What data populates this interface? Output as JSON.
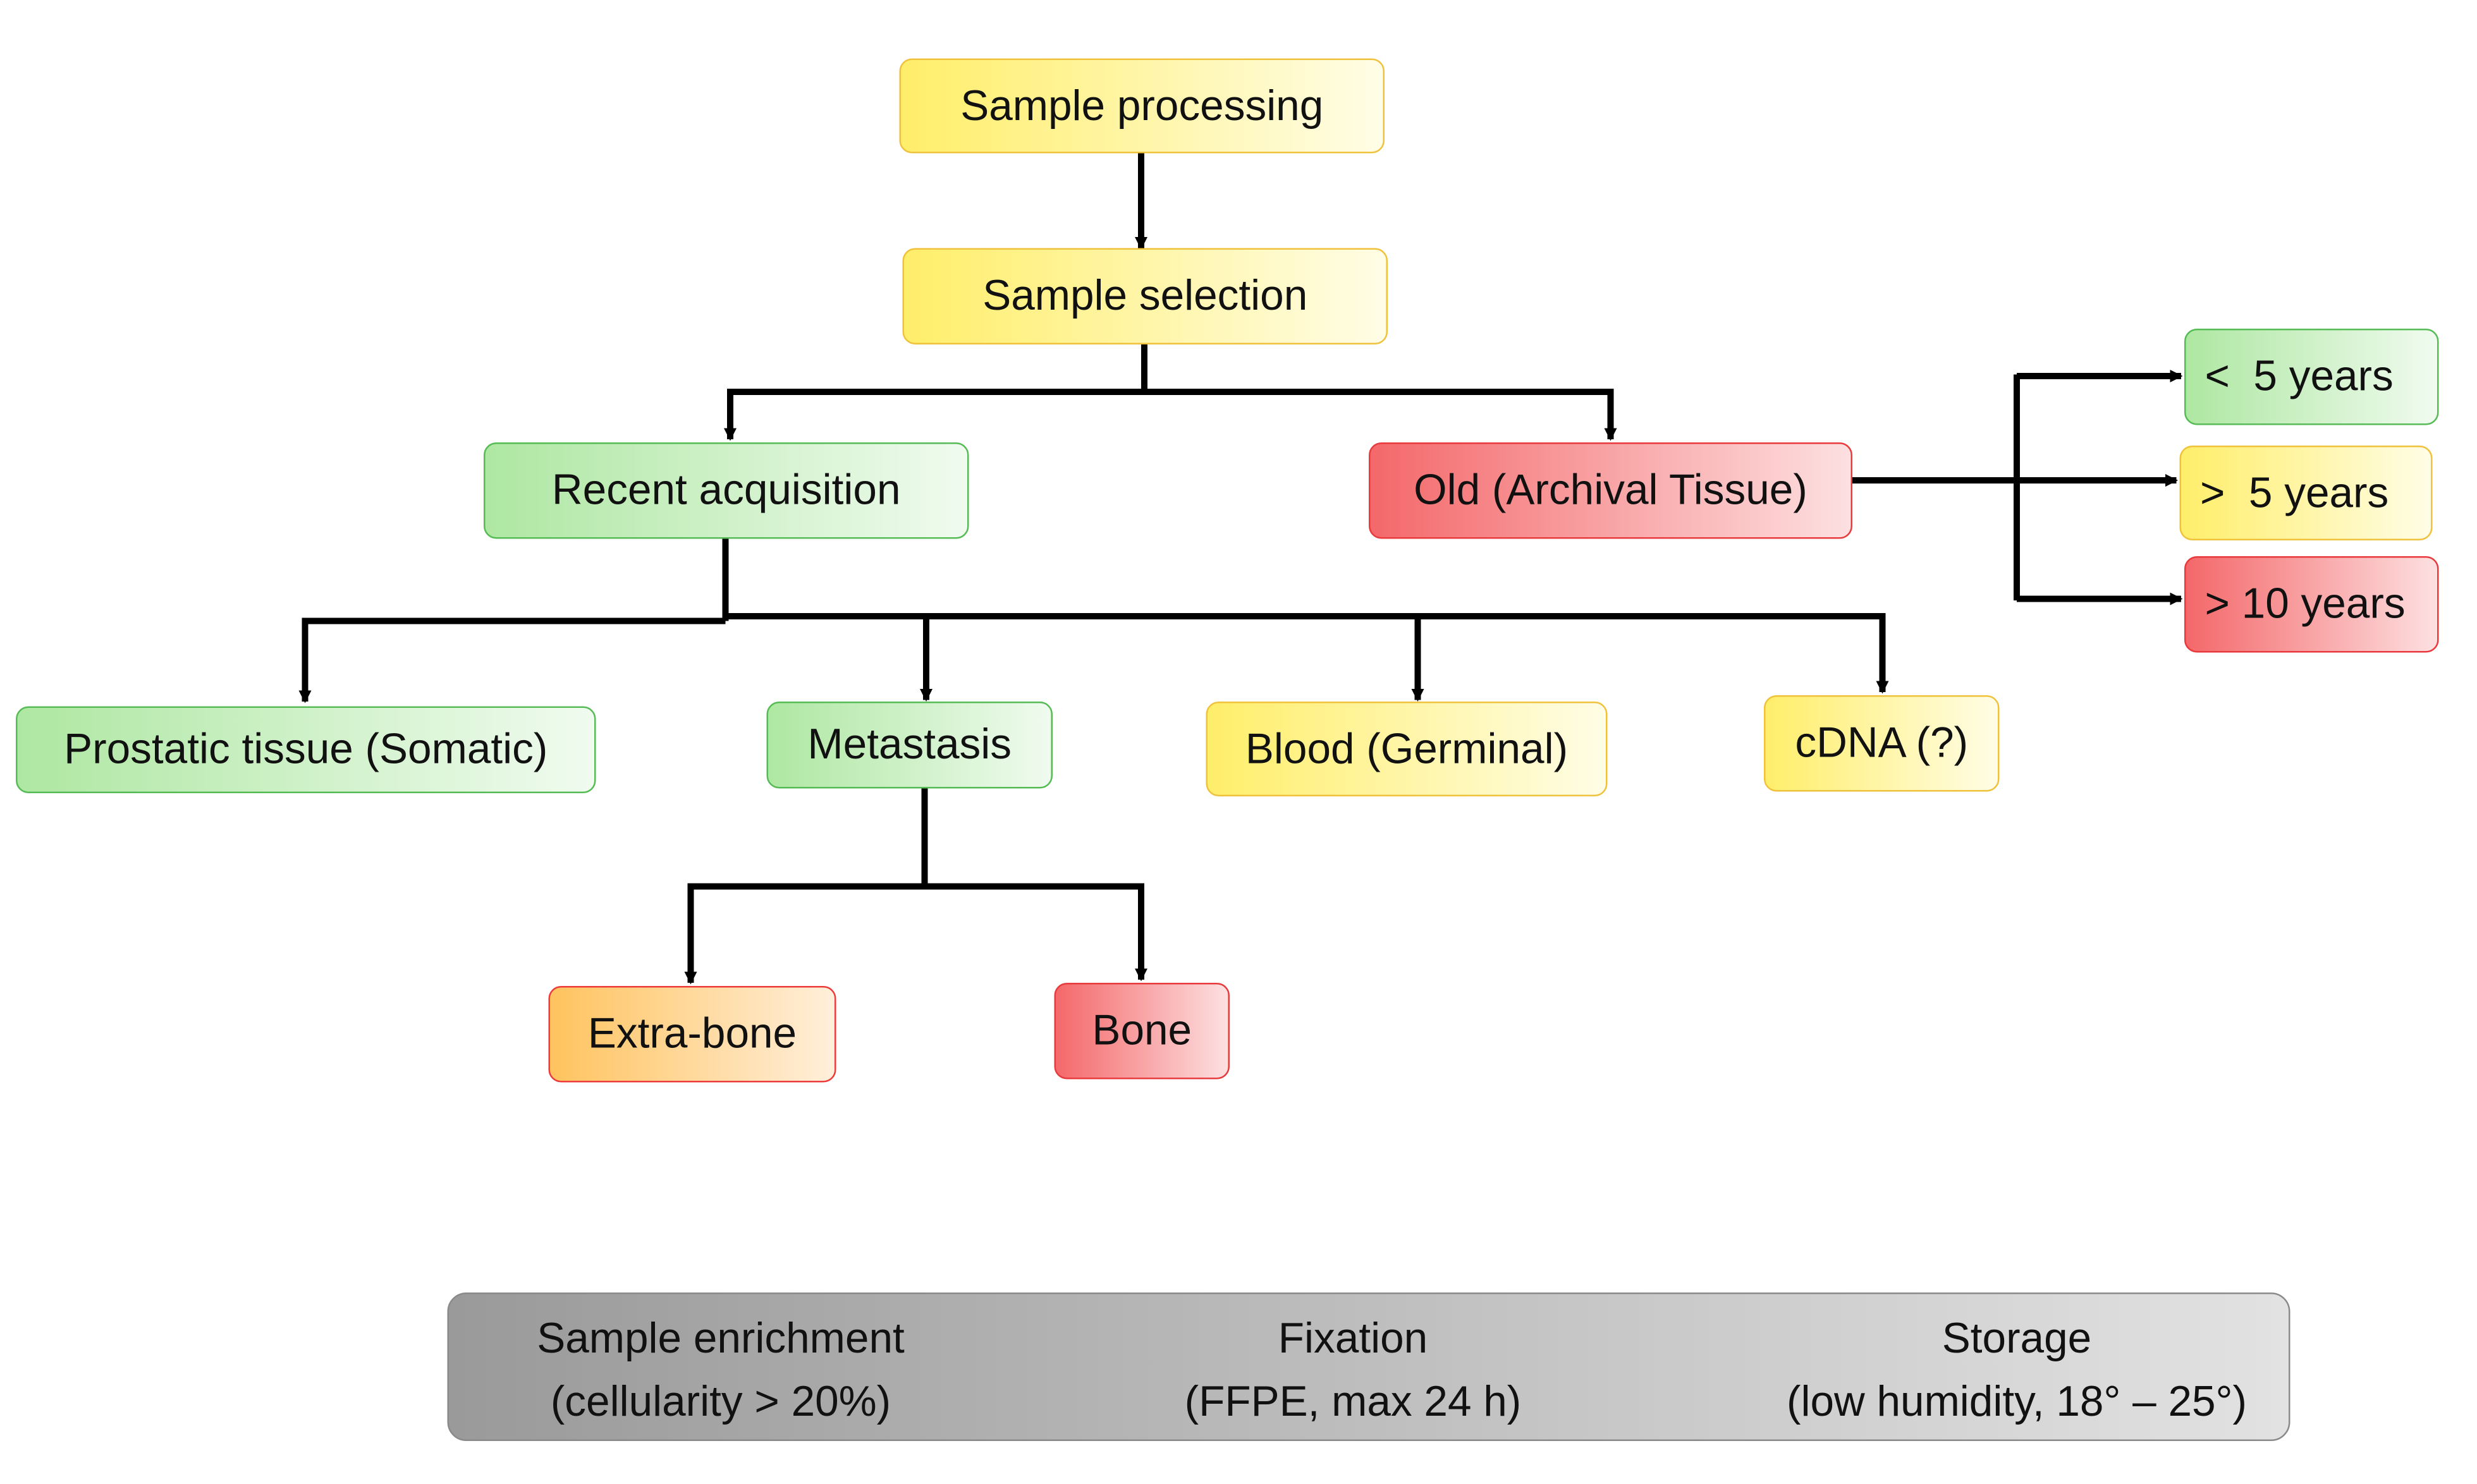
{
  "nodes": {
    "sample_processing": "Sample processing",
    "sample_selection": "Sample selection",
    "recent_acquisition": "Recent acquisition",
    "old_archival": "Old (Archival Tissue)",
    "lt_5_years": "<  5 years",
    "gt_5_years": ">  5 years",
    "gt_10_years": "> 10 years",
    "prostatic_tissue": "Prostatic tissue (Somatic)",
    "metastasis": "Metastasis",
    "blood": "Blood (Germinal)",
    "cdna": "cDNA (?)",
    "extra_bone": "Extra-bone",
    "bone": "Bone"
  },
  "process_steps": [
    {
      "line1": "Sample enrichment",
      "line2": "(cellularity > 20%)"
    },
    {
      "line1": "Fixation",
      "line2": "(FFPE, max 24 h)"
    },
    {
      "line1": "Storage",
      "line2": "(low humidity, 18° – 25°)"
    }
  ],
  "colors": {
    "green": "#aee7a2",
    "yellow": "#ffee6a",
    "red": "#f4686a",
    "orange": "#ffc35e",
    "process_bar": "#9a9a9a",
    "connector": "#000000"
  }
}
